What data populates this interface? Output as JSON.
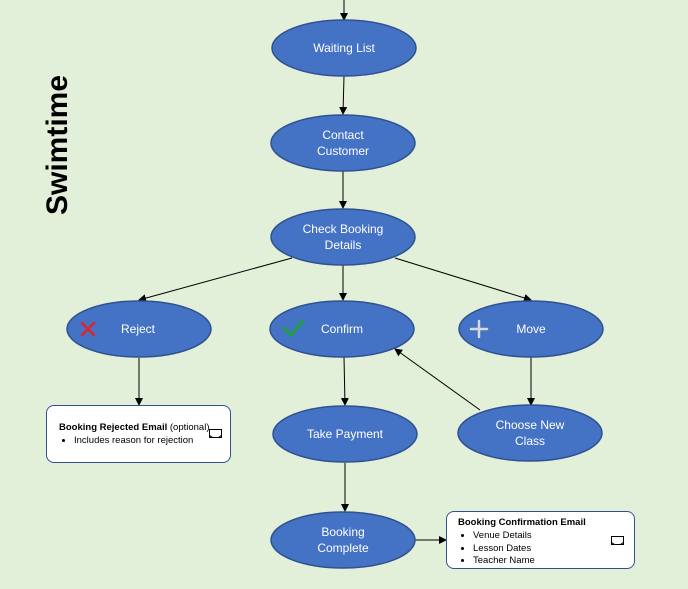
{
  "title": "Swimtime",
  "nodes": {
    "waiting_list": "Waiting List",
    "contact_customer": [
      "Contact",
      "Customer"
    ],
    "check_booking_details": [
      "Check Booking",
      "Details"
    ],
    "reject": "Reject",
    "confirm": "Confirm",
    "move": "Move",
    "take_payment": "Take Payment",
    "choose_new_class": [
      "Choose New",
      "Class"
    ],
    "booking_complete": [
      "Booking",
      "Complete"
    ]
  },
  "notes": {
    "rejected": {
      "title": "Booking Rejected Email",
      "suffix": " (optional)",
      "items": [
        "Includes reason for rejection"
      ],
      "icon": "envelope-icon"
    },
    "confirmation": {
      "title": "Booking Confirmation Email",
      "items": [
        "Venue Details",
        "Lesson Dates",
        "Teacher Name"
      ],
      "icon": "envelope-icon"
    }
  },
  "icons": {
    "reject": "cross-icon",
    "confirm": "checkmark-icon",
    "move": "plus-icon"
  },
  "colors": {
    "background": "#e2efd9",
    "node_fill": "#4472c4",
    "node_stroke": "#2f528f",
    "node_text": "#ffffff",
    "reject_icon": "#e0232d",
    "confirm_icon": "#20a040",
    "move_icon": "#d9d9d9"
  }
}
